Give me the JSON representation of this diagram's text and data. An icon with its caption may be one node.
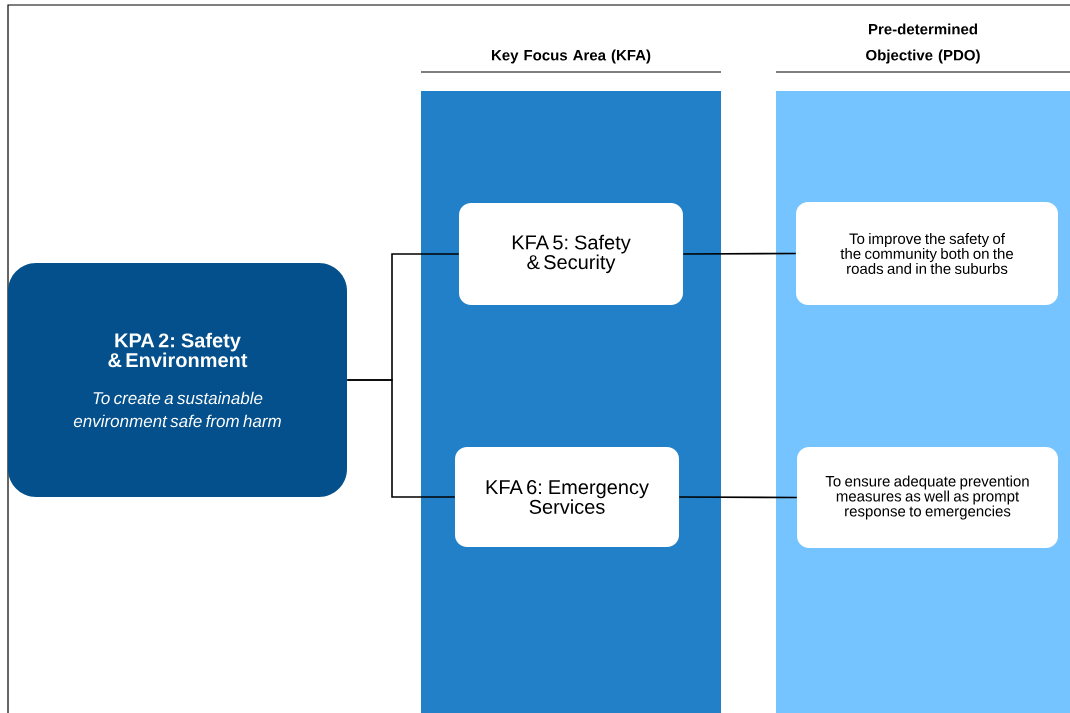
{
  "diagram": {
    "nodes": [
      {
        "text": [
          "KPA 2: Safety & Environment",
          "To create a sustainable environment safe from harm"
        ]
      },
      {
        "text": [
          "Key Focus Area (KFA)"
        ]
      },
      {
        "text": [
          "KFA 5: Safety & Security"
        ],
        "in": 1
      },
      {
        "text": [
          "KFA 6: Emergency Services"
        ],
        "in": 1
      },
      {
        "text": [
          "Pre-determined Objective (PDO)"
        ]
      },
      {
        "text": [
          "To improve the safety of the community both on the roads and in the suburbs"
        ],
        "in": 4
      },
      {
        "text": [
          "To ensure adequate prevention measures as well as prompt response to emergencies"
        ],
        "in": 4
      }
    ],
    "edges": [
      {
        "from": 0,
        "to": 2,
        "arrow": "none"
      },
      {
        "from": 0,
        "to": 3,
        "arrow": "none"
      },
      {
        "from": 2,
        "to": 5,
        "arrow": "none"
      },
      {
        "from": 3,
        "to": 6,
        "arrow": "none"
      }
    ]
  }
}
